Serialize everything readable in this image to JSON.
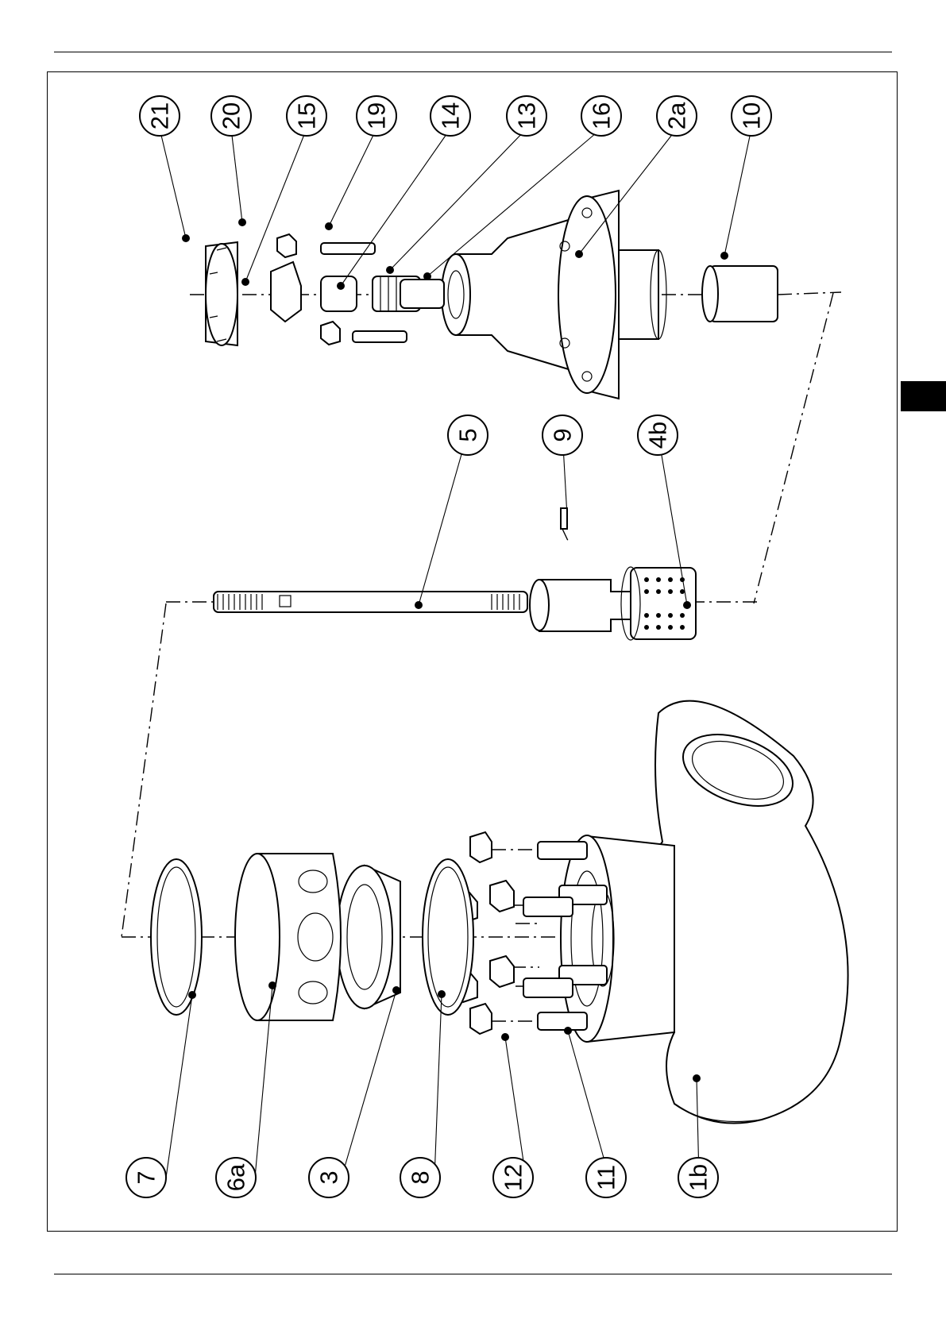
{
  "diagram": {
    "callouts": [
      "21",
      "20",
      "15",
      "19",
      "14",
      "13",
      "16",
      "2a",
      "10",
      "5",
      "9",
      "4b",
      "7",
      "6a",
      "3",
      "8",
      "12",
      "11",
      "1b"
    ]
  }
}
